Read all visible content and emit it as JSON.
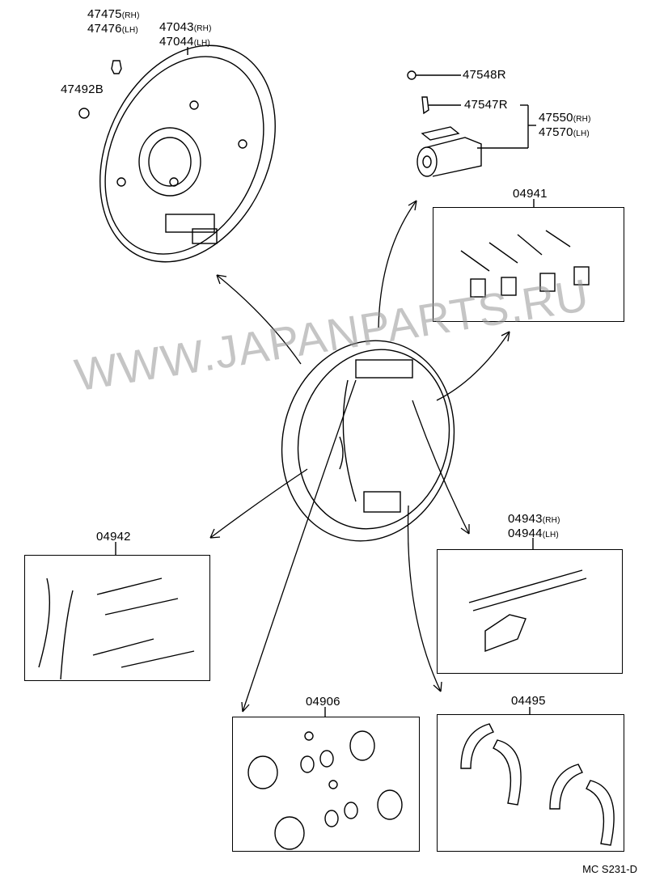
{
  "parts": {
    "bolt": {
      "rh": "47475",
      "lh": "47476",
      "rh_tag": "(RH)",
      "lh_tag": "(LH)"
    },
    "backing_plate": {
      "rh": "47043",
      "lh": "47044",
      "rh_tag": "(RH)",
      "lh_tag": "(LH)"
    },
    "nut": {
      "code": "47492B"
    },
    "bleeder_cap": {
      "code": "47548R"
    },
    "bleeder_plug": {
      "code": "47547R"
    },
    "wheel_cylinder": {
      "rh": "47550",
      "lh": "47570",
      "rh_tag": "(RH)",
      "lh_tag": "(LH)"
    },
    "hold_down_kit": {
      "code": "04941"
    },
    "spring_kit": {
      "code": "04942"
    },
    "adjuster_kit": {
      "rh": "04943",
      "lh": "04944",
      "rh_tag": "(RH)",
      "lh_tag": "(LH)"
    },
    "cylinder_kit": {
      "code": "04906"
    },
    "shoe_kit": {
      "code": "04495"
    }
  },
  "watermark": "WWW.JAPANPARTS.RU",
  "diagram_code": "MC S231-D"
}
